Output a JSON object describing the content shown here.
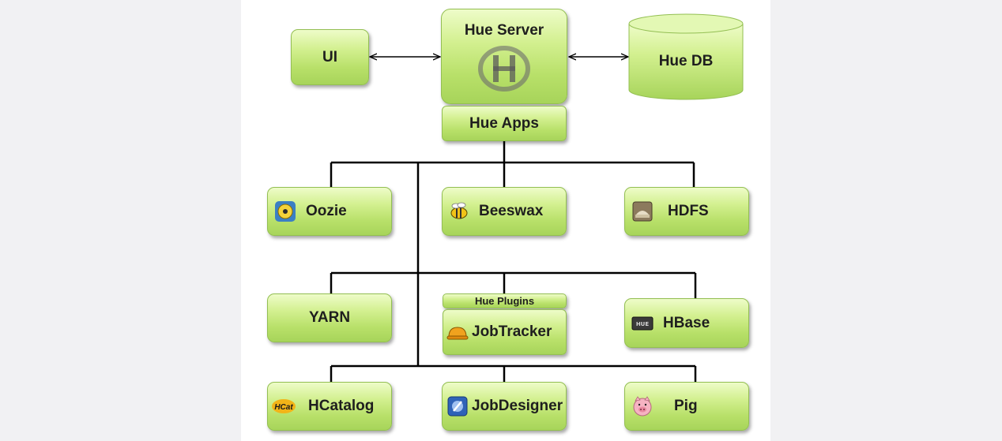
{
  "nodes": {
    "ui": "UI",
    "hue_server": "Hue Server",
    "hue_db": "Hue DB",
    "hue_apps": "Hue Apps",
    "oozie": "Oozie",
    "beeswax": "Beeswax",
    "hdfs": "HDFS",
    "yarn": "YARN",
    "hue_plugins": "Hue Plugins",
    "jobtracker": "JobTracker",
    "hbase": "HBase",
    "hcatalog": "HCatalog",
    "jobdesigner": "JobDesigner",
    "pig": "Pig"
  },
  "icon_text": {
    "hcat": "HCat",
    "hbase": "HUE"
  },
  "colors": {
    "box_fill_light": "#eefcc9",
    "box_fill_dark": "#a7d45a",
    "connector": "#000000"
  }
}
